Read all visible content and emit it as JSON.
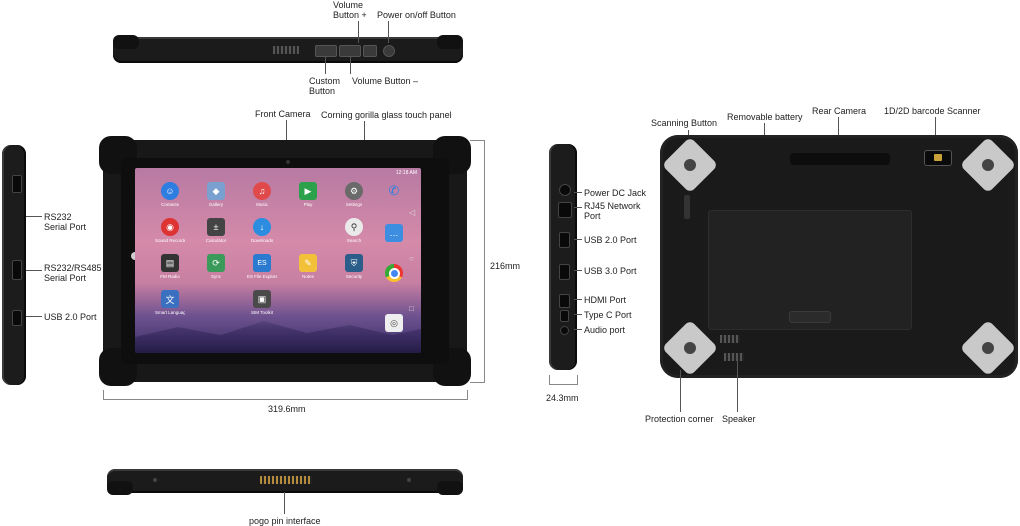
{
  "labels": {
    "volume_plus": "Volume\nButton +",
    "power": "Power on/off Button",
    "custom": "Custom\nButton",
    "volume_minus": "Volume Button –",
    "front_camera": "Front Camera",
    "gorilla": "Corning gorilla glass touch panel",
    "rs232": "RS232\nSerial Port",
    "rs232_485": "RS232/RS485\nSerial Port",
    "usb20_left": "USB 2.0 Port",
    "dim_height": "216mm",
    "dim_width": "319.6mm",
    "dim_depth": "24.3mm",
    "power_dc": "Power DC Jack",
    "rj45": "RJ45 Network\nPort",
    "usb20_right": "USB 2.0 Port",
    "usb30": "USB 3.0 Port",
    "hdmi": "HDMI Port",
    "typec": "Type C Port",
    "audio": "Audio port",
    "scanning": "Scanning Button",
    "removable_battery": "Removable battery",
    "rear_camera": "Rear Camera",
    "barcode": "1D/2D barcode Scanner",
    "protection_corner": "Protection corner",
    "speaker": "Speaker",
    "pogo": "pogo pin interface"
  },
  "screen": {
    "status_time": "12:18 AM",
    "apps": [
      {
        "name": "Contacts",
        "color": "#2e7de0",
        "glyph": "☺"
      },
      {
        "name": "Gallery",
        "color": "#7aa0d0",
        "glyph": "◆"
      },
      {
        "name": "Music",
        "color": "#e04a4a",
        "glyph": "♫"
      },
      {
        "name": "Play",
        "color": "#2aa14a",
        "glyph": "▶"
      },
      {
        "name": "Settings",
        "color": "#6a6a6a",
        "glyph": "⚙"
      },
      {
        "name": "Sound Recorder",
        "color": "#d33",
        "glyph": "◉"
      },
      {
        "name": "Calculator",
        "color": "#444",
        "glyph": "±"
      },
      {
        "name": "Downloads",
        "color": "#2b8ce0",
        "glyph": "↓"
      },
      {
        "name": "Search",
        "color": "#eaeaea",
        "glyph": "⚲"
      },
      {
        "name": "FM Radio",
        "color": "#333",
        "glyph": "▤"
      },
      {
        "name": "Sync",
        "color": "#3a9a5a",
        "glyph": "⟳"
      },
      {
        "name": "ES File Explorer",
        "color": "#2a7ad0",
        "glyph": "ES"
      },
      {
        "name": "Notes",
        "color": "#f3c03a",
        "glyph": "✎"
      },
      {
        "name": "Security",
        "color": "#2a5d8a",
        "glyph": "⛨"
      },
      {
        "name": "Smart Language",
        "color": "#3b6fc0",
        "glyph": "文"
      },
      {
        "name": "SIM Toolkit",
        "color": "#4a4a4a",
        "glyph": "▣"
      }
    ]
  }
}
